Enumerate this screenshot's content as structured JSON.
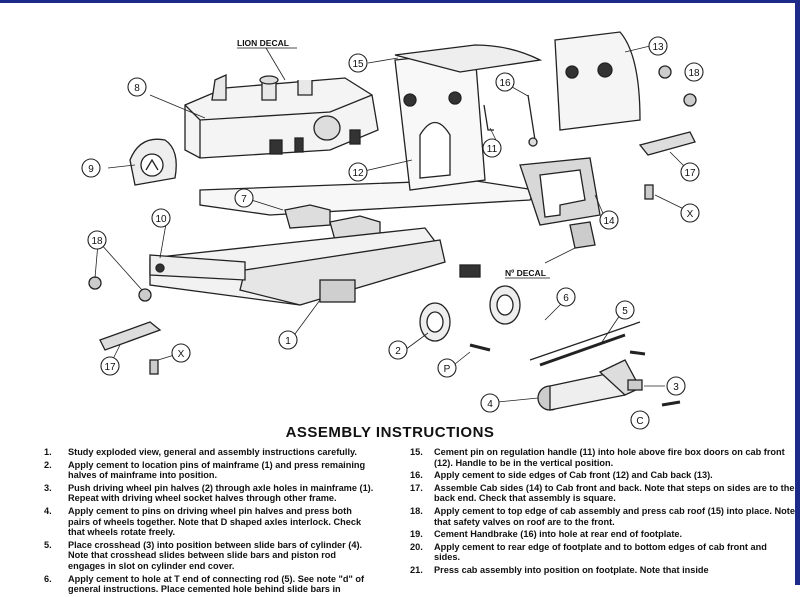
{
  "labels": {
    "lion_decal": "LION DECAL",
    "no_decal": "Nº DECAL",
    "callouts": [
      "1",
      "2",
      "3",
      "4",
      "5",
      "6",
      "7",
      "8",
      "9",
      "10",
      "11",
      "12",
      "13",
      "14",
      "15",
      "16",
      "17",
      "18",
      "P",
      "C",
      "X"
    ]
  },
  "heading": "ASSEMBLY INSTRUCTIONS",
  "instructions_left": [
    {
      "num": "1.",
      "text": "Study exploded view, general and assembly instructions carefully."
    },
    {
      "num": "2.",
      "text": "Apply cement to location pins of mainframe (1) and press remaining halves of mainframe into position."
    },
    {
      "num": "3.",
      "text": "Push driving wheel pin halves (2) through axle holes in mainframe (1). Repeat with driving wheel socket halves through other frame."
    },
    {
      "num": "4.",
      "text": "Apply cement to pins on driving wheel pin halves and press both pairs of wheels together. Note that D shaped axles interlock. Check that wheels rotate freely."
    },
    {
      "num": "5.",
      "text": "Place crosshead (3) into position between slide bars of cylinder (4). Note that crosshead slides between slide bars and piston rod engages in slot on cylinder end cover."
    },
    {
      "num": "6.",
      "text": "Apply cement to hole at T end of connecting rod (5). See note \"d\" of general instructions. Place cemented hole behind slide bars in"
    }
  ],
  "instructions_right": [
    {
      "num": "15.",
      "text": "Cement pin on regulation handle (11) into hole above fire box doors on cab front (12). Handle to be in the vertical position."
    },
    {
      "num": "16.",
      "text": "Apply cement to side edges of Cab front (12) and Cab back (13)."
    },
    {
      "num": "17.",
      "text": "Assemble Cab sides (14) to Cab front and back. Note that steps on sides are to the back end. Check that assembly is square."
    },
    {
      "num": "18.",
      "text": "Apply cement to top edge of cab assembly and press cab roof (15) into place. Note that safety valves on roof are to the front."
    },
    {
      "num": "19.",
      "text": "Cement Handbrake (16) into hole at rear end of footplate."
    },
    {
      "num": "20.",
      "text": "Apply cement to rear edge of footplate and to bottom edges of cab front and sides."
    },
    {
      "num": "21.",
      "text": "Press cab assembly into position on footplate. Note that inside"
    }
  ]
}
